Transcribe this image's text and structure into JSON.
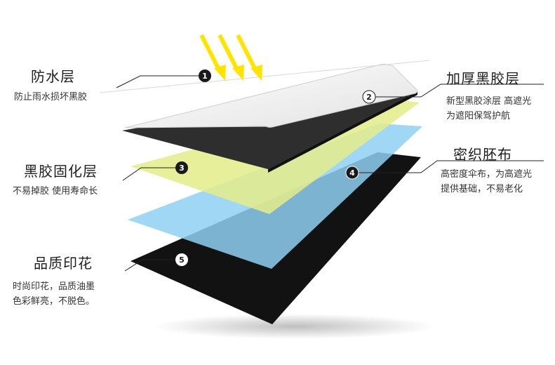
{
  "layers": [
    {
      "number": "1",
      "title": "防水层",
      "desc_lines": [
        "防止雨水损坏黑胶"
      ],
      "color": "#f4f4f4"
    },
    {
      "number": "2",
      "title": "加厚黑胶层",
      "desc_lines": [
        "新型黑胶涂层 高遮光",
        "为遮阳保驾护航"
      ],
      "color": "#2e2e2e"
    },
    {
      "number": "3",
      "title": "黑胶固化层",
      "desc_lines": [
        "不易掉胶 使用寿命长"
      ],
      "color": "#e4ec8a"
    },
    {
      "number": "4",
      "title": "密织胚布",
      "desc_lines": [
        "高密度伞布，为高遮光",
        "提供基础，不易老化"
      ],
      "color": "#8fd0f2"
    },
    {
      "number": "5",
      "title": "品质印花",
      "desc_lines": [
        "时尚印花，品质油墨",
        "色彩鲜亮，不脱色。"
      ],
      "color": "#121212"
    }
  ],
  "sun_arrow_color": "#ffe400"
}
